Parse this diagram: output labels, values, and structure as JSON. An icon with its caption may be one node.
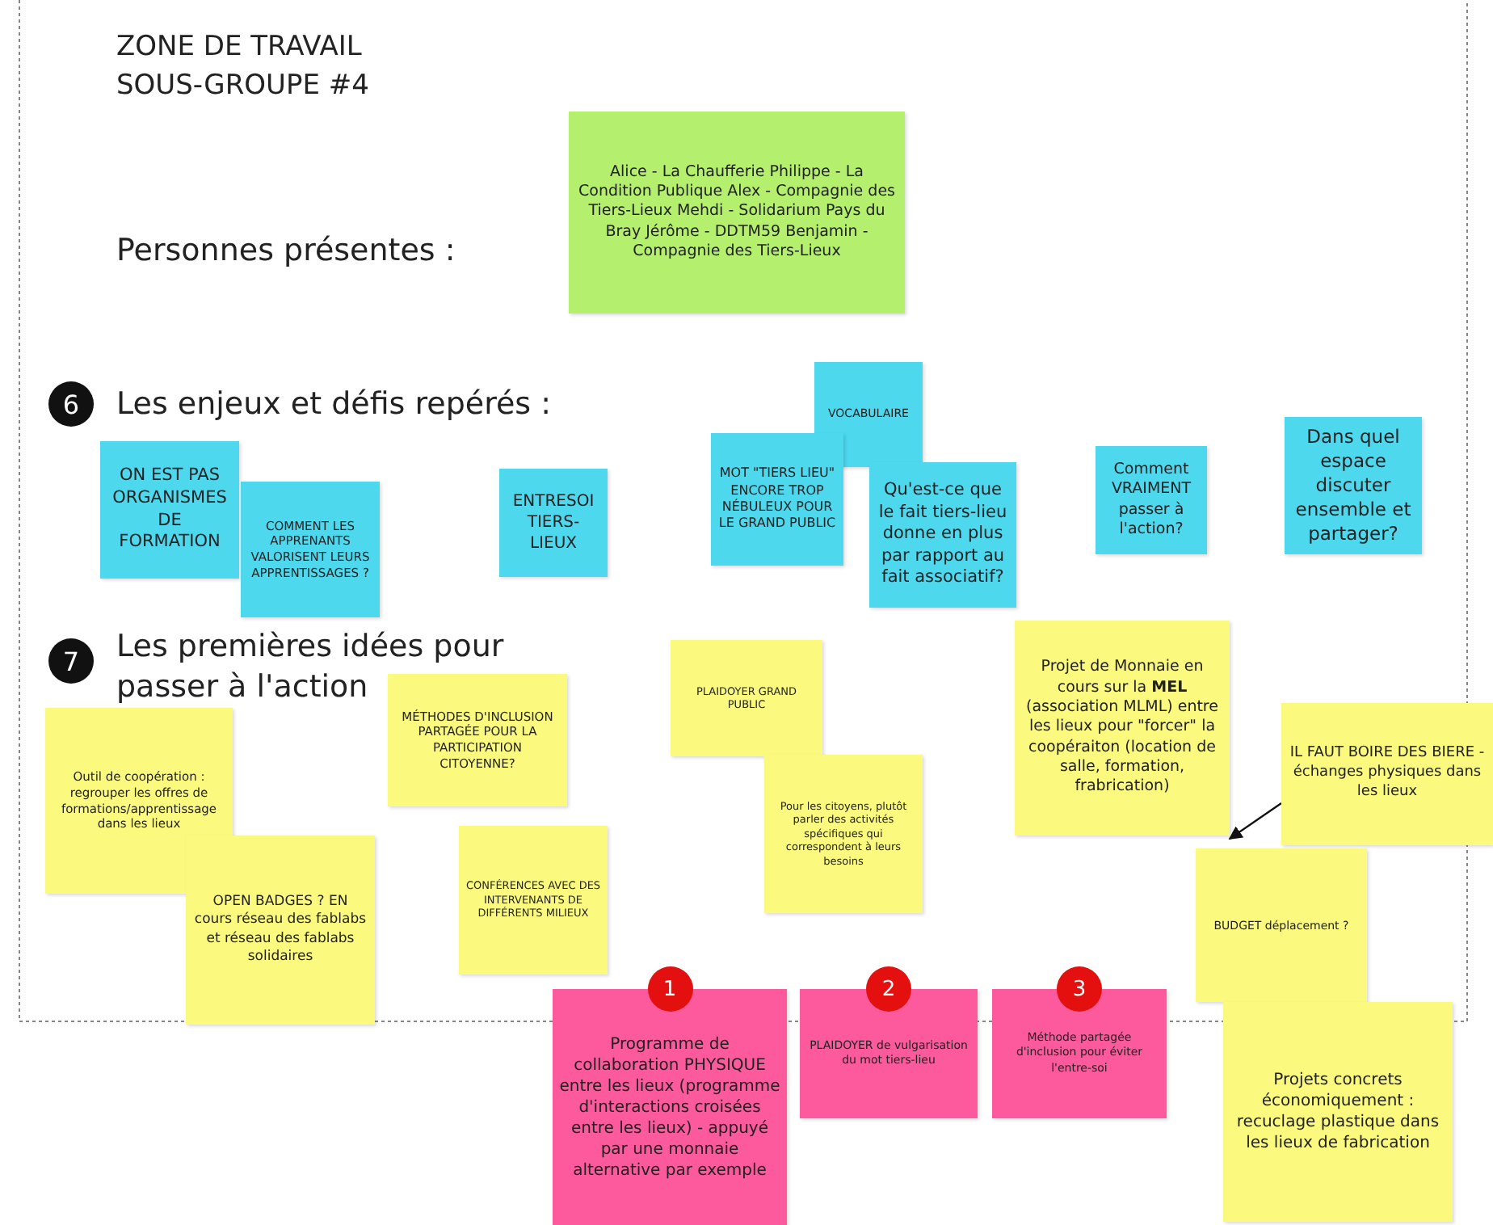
{
  "diagram": {
    "title": "ZONE DE TRAVAIL SOUS-GROUPE #4",
    "nodes": [
      {
        "text": [
          "Alice - La Chaufferie Philippe - La Condition Publique Alex - Compagnie des Tiers-Lieux Mehdi - Solidarium Pays du Bray Jérôme - DDTM59 Benjamin - Compagnie des Tiers-Lieux"
        ]
      },
      {
        "text": [
          "ON EST PAS ORGANISMES DE FORMATION"
        ]
      },
      {
        "text": [
          "COMMENT LES APPRENANTS VALORISENT LEURS APPRENTISSAGES ?"
        ]
      },
      {
        "text": [
          "ENTRESOI TIERS-LIEUX"
        ]
      },
      {
        "text": [
          "VOCABULAIRE"
        ]
      },
      {
        "text": [
          "MOT \"TIERS LIEU\" ENCORE TROP NÉBULEUX POUR LE GRAND PUBLIC"
        ]
      },
      {
        "text": [
          "Qu'est-ce que le fait tiers-lieu donne en plus par rapport au fait associatif?"
        ]
      },
      {
        "text": [
          "Comment VRAIMENT passer à l'action?"
        ]
      },
      {
        "text": [
          "Dans quel espace discuter ensemble et partager?"
        ]
      },
      {
        "text": [
          "Outil de coopération : regrouper les offres de formations/apprentissage dans les lieux"
        ]
      },
      {
        "text": [
          "OPEN BADGES ? EN cours réseau des fablabs et réseau des fablabs solidaires"
        ]
      },
      {
        "text": [
          "MÉTHODES D'INCLUSION PARTAGÉE POUR LA PARTICIPATION CITOYENNE?"
        ]
      },
      {
        "text": [
          "CONFÉRENCES AVEC DES INTERVENANTS DE DIFFÉRENTS MILIEUX"
        ]
      },
      {
        "text": [
          "PLAIDOYER GRAND PUBLIC"
        ]
      },
      {
        "text": [
          "Pour les citoyens, plutôt parler des activités spécifiques qui correspondent à leurs besoins"
        ]
      },
      {
        "text": [
          "Projet de Monnaie en cours sur la **MEL** (association MLML) entre les lieux pour \"forcer\" la coopéraiton (location de salle, formation, frabrication)"
        ]
      },
      {
        "text": [
          "IL FAUT BOIRE DES BIERE - échanges physiques dans les lieux"
        ]
      },
      {
        "text": [
          "BUDGET déplacement ?"
        ]
      },
      {
        "text": [
          "Programme de collaboration PHYSIQUE entre les lieux (programme d'interactions croisées entre les lieux) - appuyé par une monnaie alternative par exemple"
        ],
        "beside": [
          "1"
        ]
      },
      {
        "text": [
          "PLAIDOYER de vulgarisation du mot tiers-lieu"
        ],
        "beside": [
          "2"
        ]
      },
      {
        "text": [
          "Méthode partagée d'inclusion pour éviter l'entre-soi"
        ],
        "beside": [
          "3"
        ]
      },
      {
        "text": [
          "Projets concrets économiquement : recuclage plastique dans les lieux de fabrication"
        ]
      }
    ],
    "edges": [
      {
        "from": 16,
        "to": 15,
        "arrow": "to"
      }
    ],
    "labels": [
      "Personnes présentes :",
      "6",
      "Les enjeux et défis repérés :",
      "7",
      "Les premières idées pour passer à l'action"
    ]
  }
}
